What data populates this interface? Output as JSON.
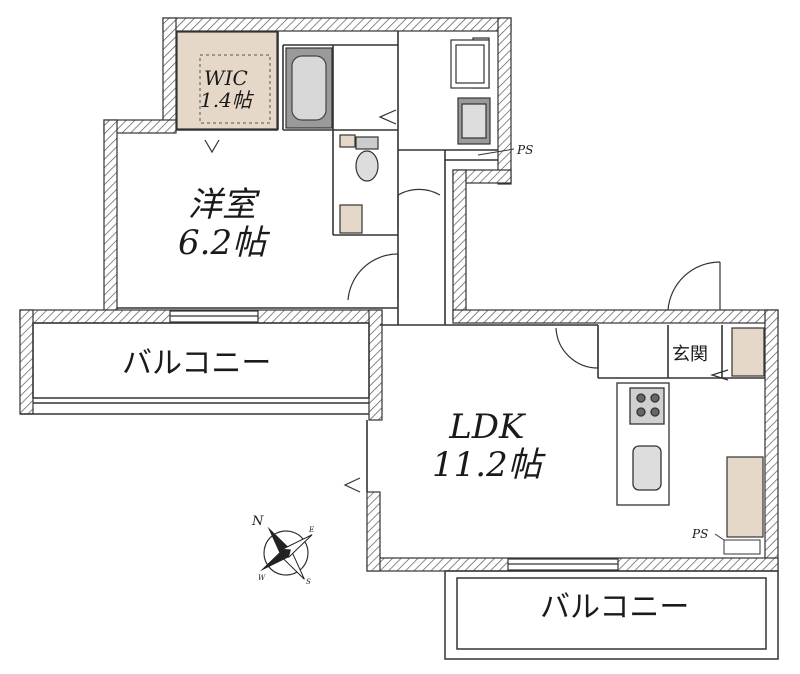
{
  "rooms": {
    "wic": {
      "name": "WIC",
      "size": "1.4帖"
    },
    "western": {
      "name": "洋室",
      "size": "6.2帖"
    },
    "ldk": {
      "name": "LDK",
      "size": "11.2帖"
    },
    "genkan": {
      "name": "玄関"
    },
    "balcony_upper": {
      "name": "バルコニー"
    },
    "balcony_lower": {
      "name": "バルコニー"
    }
  },
  "labels": {
    "ps_upper": "PS",
    "ps_lower": "PS"
  },
  "compass": {
    "n": "N",
    "e": "E",
    "s": "S",
    "w": "W"
  },
  "colors": {
    "wall": "#4a4a4a",
    "storage": "#e6d8c8",
    "fixture": "#9a9a9a"
  }
}
